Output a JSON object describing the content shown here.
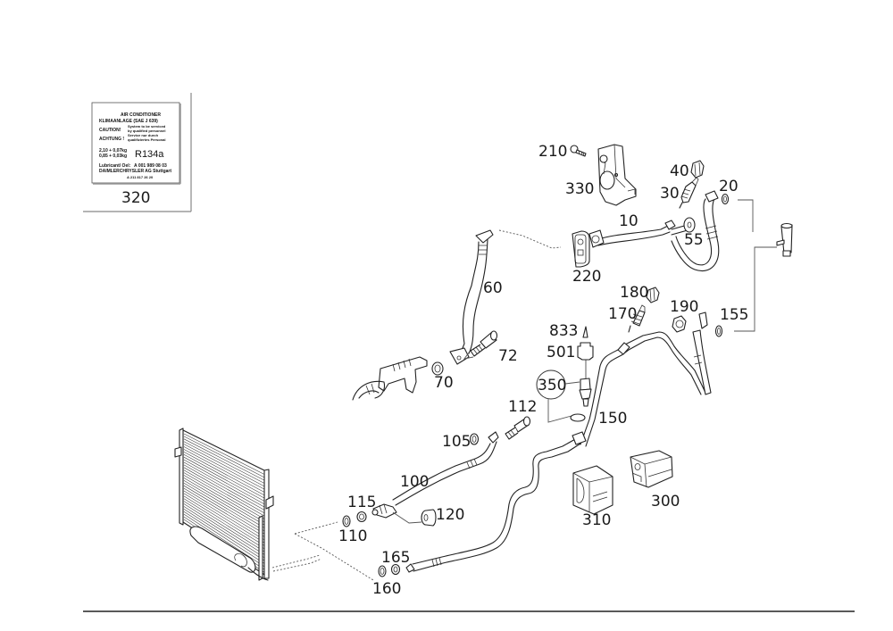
{
  "diagram": {
    "type": "parts-exploded-view",
    "subject": "Air conditioning refrigerant lines and condenser",
    "label_sticker": {
      "part_number": "320",
      "lines": [
        "AIR CONDITIONER",
        "KLIMAANLAGE (SAE J 639)",
        "CAUTION!",
        "System to be serviced",
        "by qualified personnel",
        "ACHTUNG !",
        "Service nur durch",
        "qualifiziertes Personal",
        "2,10 + 0,07kg",
        "0,85 + 0,03kg",
        "R134a",
        "Lubricant/ Oel:",
        "A 001 989 08 03",
        "DAIMLERCHRYSLER AG Stuttgart",
        "A 211 817 26 20"
      ]
    },
    "callouts": {
      "p10": "10",
      "p20": "20",
      "p30": "30",
      "p40": "40",
      "p55": "55",
      "p60": "60",
      "p70": "70",
      "p72": "72",
      "p100": "100",
      "p105": "105",
      "p110": "110",
      "p112": "112",
      "p115": "115",
      "p120": "120",
      "p150": "150",
      "p155": "155",
      "p160": "160",
      "p165": "165",
      "p170": "170",
      "p180": "180",
      "p190": "190",
      "p210": "210",
      "p220": "220",
      "p300": "300",
      "p310": "310",
      "p330": "330",
      "p350": "350",
      "p501": "501",
      "p833": "833"
    }
  }
}
